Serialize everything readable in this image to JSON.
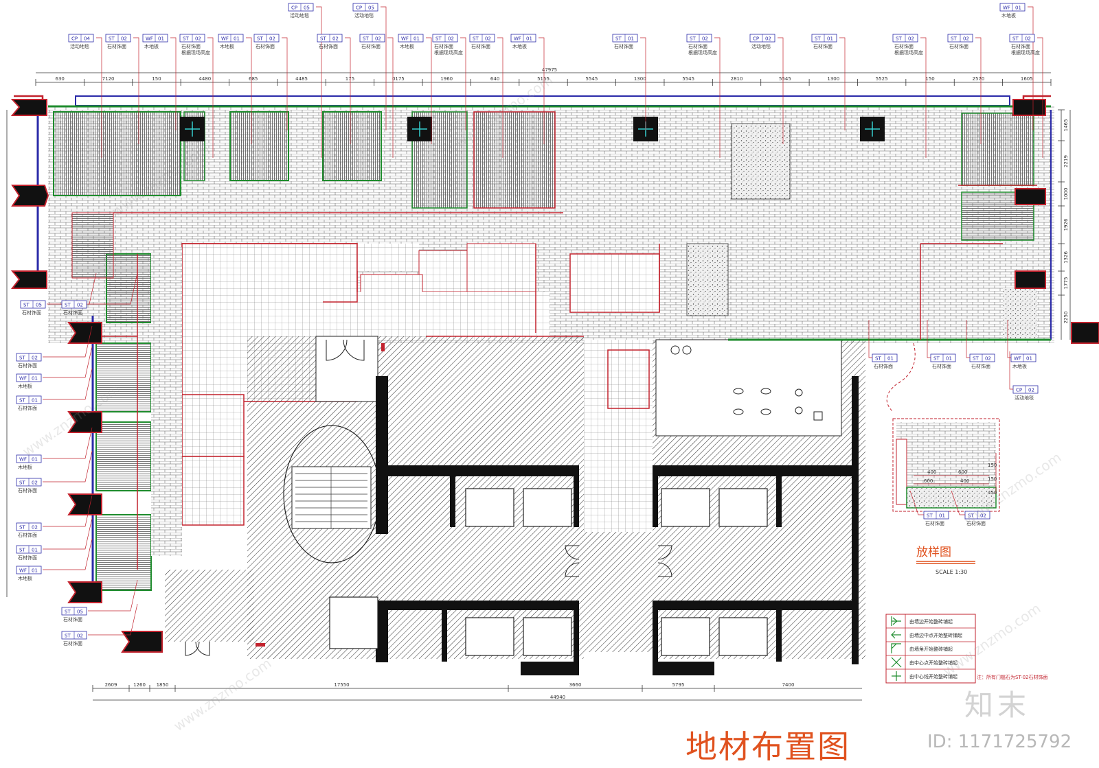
{
  "top_tags": [
    {
      "code": "CP",
      "num": "04",
      "desc": "活动地毯"
    },
    {
      "code": "ST",
      "num": "02",
      "desc": "石材饰面"
    },
    {
      "code": "WF",
      "num": "01",
      "desc": "木地板"
    },
    {
      "code": "ST",
      "num": "02",
      "desc": "石材饰面",
      "desc2": "根据现场高度"
    },
    {
      "code": "WF",
      "num": "01",
      "desc": "木地板"
    },
    {
      "code": "ST",
      "num": "02",
      "desc": "石材饰面"
    },
    {
      "code": "CP",
      "num": "05",
      "desc": "活动地毯"
    },
    {
      "code": "ST",
      "num": "02",
      "desc": "石材饰面"
    },
    {
      "code": "CP",
      "num": "05",
      "desc": "活动地毯"
    },
    {
      "code": "ST",
      "num": "02",
      "desc": "石材饰面"
    },
    {
      "code": "WF",
      "num": "01",
      "desc": "木地板"
    },
    {
      "code": "ST",
      "num": "02",
      "desc": "石材饰面",
      "desc2": "根据现场高度"
    },
    {
      "code": "ST",
      "num": "02",
      "desc": "石材饰面"
    },
    {
      "code": "WF",
      "num": "01",
      "desc": "木地板"
    },
    {
      "code": "ST",
      "num": "01",
      "desc": "石材饰面"
    },
    {
      "code": "ST",
      "num": "02",
      "desc": "石材饰面",
      "desc2": "根据现场高度"
    },
    {
      "code": "CP",
      "num": "02",
      "desc": "活动地毯"
    },
    {
      "code": "ST",
      "num": "01",
      "desc": "石材饰面"
    },
    {
      "code": "ST",
      "num": "02",
      "desc": "石材饰面",
      "desc2": "根据现场高度"
    },
    {
      "code": "ST",
      "num": "02",
      "desc": "石材饰面"
    },
    {
      "code": "WF",
      "num": "01",
      "desc": "木地板"
    },
    {
      "code": "ST",
      "num": "02",
      "desc": "石材饰面",
      "desc2": "根据现场高度"
    }
  ],
  "left_tags": [
    {
      "code": "ST",
      "num": "05",
      "desc": "石材饰面"
    },
    {
      "code": "ST",
      "num": "02",
      "desc": "石材饰面"
    },
    {
      "code": "ST",
      "num": "02",
      "desc": "石材饰面"
    },
    {
      "code": "WF",
      "num": "01",
      "desc": "木地板"
    },
    {
      "code": "ST",
      "num": "01",
      "desc": "石材饰面"
    },
    {
      "code": "WF",
      "num": "01",
      "desc": "木地板"
    },
    {
      "code": "ST",
      "num": "02",
      "desc": "石材饰面"
    },
    {
      "code": "ST",
      "num": "02",
      "desc": "石材饰面"
    },
    {
      "code": "ST",
      "num": "01",
      "desc": "石材饰面"
    },
    {
      "code": "WF",
      "num": "01",
      "desc": "木地板"
    },
    {
      "code": "ST",
      "num": "05",
      "desc": "石材饰面"
    },
    {
      "code": "ST",
      "num": "02",
      "desc": "石材饰面"
    }
  ],
  "right_tags": [
    {
      "code": "ST",
      "num": "01",
      "desc": "石材饰面"
    },
    {
      "code": "ST",
      "num": "01",
      "desc": "石材饰面"
    },
    {
      "code": "ST",
      "num": "02",
      "desc": "石材饰面"
    },
    {
      "code": "WF",
      "num": "01",
      "desc": "木地板"
    },
    {
      "code": "CP",
      "num": "02",
      "desc": "活动地毯"
    }
  ],
  "detail_tags": [
    {
      "code": "ST",
      "num": "01",
      "desc": "石材饰面"
    },
    {
      "code": "ST",
      "num": "02",
      "desc": "石材饰面"
    }
  ],
  "dims_top": [
    "630",
    "7120",
    "150",
    "4480",
    "685",
    "4485",
    "175",
    "0175",
    "1960",
    "640",
    "5155",
    "5545",
    "1300",
    "5545",
    "2810",
    "5545",
    "1300",
    "5525",
    "150",
    "2570",
    "1605"
  ],
  "dim_total_top": "47975",
  "dims_bottom": [
    "2609",
    "1260",
    "1850",
    "17550",
    "3660",
    "5795",
    "7400"
  ],
  "dim_total_bottom": "44940",
  "dims_right": [
    "1465",
    "2219",
    "1000",
    "1926",
    "1326",
    "1775",
    "2250"
  ],
  "detail": {
    "title": "放样图",
    "scale": "SCALE 1:30",
    "dims": [
      "400",
      "600",
      "600",
      "400",
      "150",
      "150",
      "450"
    ]
  },
  "legend": [
    "由墙边开始整砖铺起",
    "由墙边中点开始整砖铺起",
    "由墙角开始整砖铺起",
    "由中心点开始整砖铺起",
    "由中心线开始整砖铺起"
  ],
  "note": "注：所有门槛石为ST-02石材饰面",
  "title": "地材布置图",
  "watermark": {
    "logo": "知末",
    "id": "ID: 1171725792",
    "site": "www.znzmo.com"
  },
  "colors": {
    "dim_line": "#333333",
    "tag_box": "#2a2aa8",
    "wall_red": "#c2222d",
    "green_edge": "#1e8c2d",
    "title": "#e0521f",
    "structure": "#111111"
  }
}
